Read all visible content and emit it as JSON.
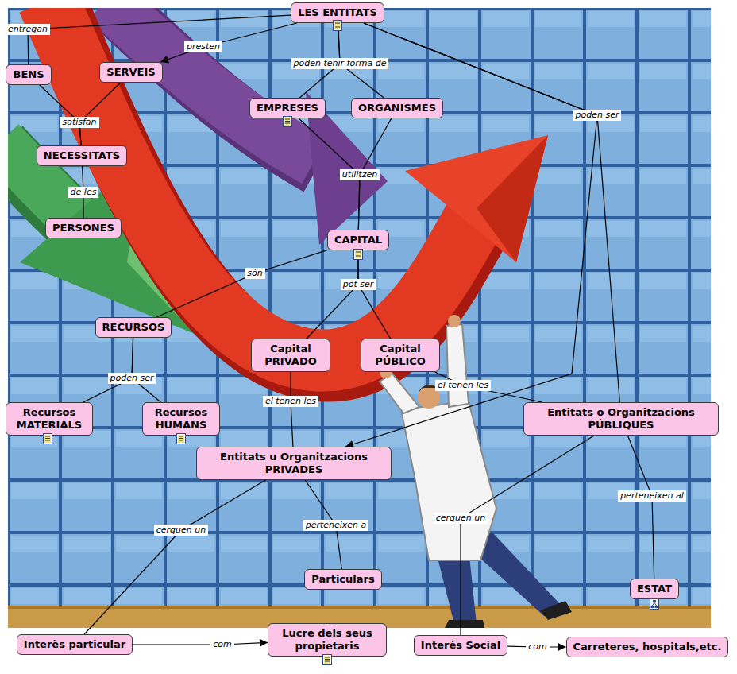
{
  "diagram": {
    "nodes": [
      {
        "text": [
          "LES ENTITATS"
        ]
      },
      {
        "text": [
          "BENS"
        ]
      },
      {
        "text": [
          "SERVEIS"
        ]
      },
      {
        "text": [
          "EMPRESES"
        ]
      },
      {
        "text": [
          "ORGANISMES"
        ]
      },
      {
        "text": [
          "NECESSITATS"
        ]
      },
      {
        "text": [
          "PERSONES"
        ]
      },
      {
        "text": [
          "CAPITAL"
        ]
      },
      {
        "text": [
          "RECURSOS"
        ]
      },
      {
        "text": [
          "Capital PRIVADO"
        ]
      },
      {
        "text": [
          "Capital PÚBLICO"
        ]
      },
      {
        "text": [
          "Recursos MATERIALS"
        ]
      },
      {
        "text": [
          "Recursos HUMANS"
        ]
      },
      {
        "text": [
          "Entitats o Organitzacions PÚBLIQUES"
        ]
      },
      {
        "text": [
          "Entitats u Organitzacions PRIVADES"
        ]
      },
      {
        "text": [
          "Particulars"
        ]
      },
      {
        "text": [
          "ESTAT"
        ]
      },
      {
        "text": [
          "Interès particular"
        ]
      },
      {
        "text": [
          "Lucre dels seus propietaris"
        ]
      },
      {
        "text": [
          "Interès Social"
        ]
      },
      {
        "text": [
          "Carreteres, hospitals,etc."
        ]
      }
    ],
    "edges": [
      {
        "from": 0,
        "to": 1,
        "label": "entregan",
        "arrow": "none"
      },
      {
        "from": 0,
        "to": 2,
        "label": "presten",
        "arrow": "to"
      },
      {
        "from": 0,
        "to": 3,
        "label": "poden tenir forma de",
        "arrow": "none"
      },
      {
        "from": 0,
        "to": 4,
        "arrow": "none"
      },
      {
        "from": 1,
        "to": 5,
        "label": "satisfan",
        "arrow": "none"
      },
      {
        "from": 2,
        "to": 5,
        "arrow": "none"
      },
      {
        "from": 5,
        "to": 6,
        "label": "de les",
        "arrow": "none"
      },
      {
        "from": 3,
        "to": 7,
        "label": "utilitzen",
        "arrow": "none"
      },
      {
        "from": 4,
        "to": 7,
        "arrow": "none"
      },
      {
        "from": 7,
        "to": 8,
        "label": "són",
        "arrow": "none"
      },
      {
        "from": 7,
        "to": 9,
        "label": "pot ser",
        "arrow": "none"
      },
      {
        "from": 7,
        "to": 10,
        "arrow": "none"
      },
      {
        "from": 8,
        "to": 11,
        "label": "poden ser",
        "arrow": "none"
      },
      {
        "from": 8,
        "to": 12,
        "arrow": "none"
      },
      {
        "from": 0,
        "to": 13,
        "label": "poden ser",
        "arrow": "none"
      },
      {
        "from": 0,
        "to": 14,
        "arrow": "to"
      },
      {
        "from": 9,
        "to": 14,
        "label": "el tenen les",
        "arrow": "none"
      },
      {
        "from": 10,
        "to": 13,
        "label": "el tenen les",
        "arrow": "none"
      },
      {
        "from": 14,
        "to": 15,
        "label": "perteneixen a",
        "arrow": "none"
      },
      {
        "from": 14,
        "to": 17,
        "label": "cerquen un",
        "arrow": "none"
      },
      {
        "from": 13,
        "to": 19,
        "label": "cerquen un",
        "arrow": "none"
      },
      {
        "from": 13,
        "to": 16,
        "label": "perteneixen al",
        "arrow": "none"
      },
      {
        "from": 17,
        "to": 18,
        "label": "com",
        "arrow": "to"
      },
      {
        "from": 19,
        "to": 20,
        "label": "com",
        "arrow": "to"
      }
    ]
  }
}
